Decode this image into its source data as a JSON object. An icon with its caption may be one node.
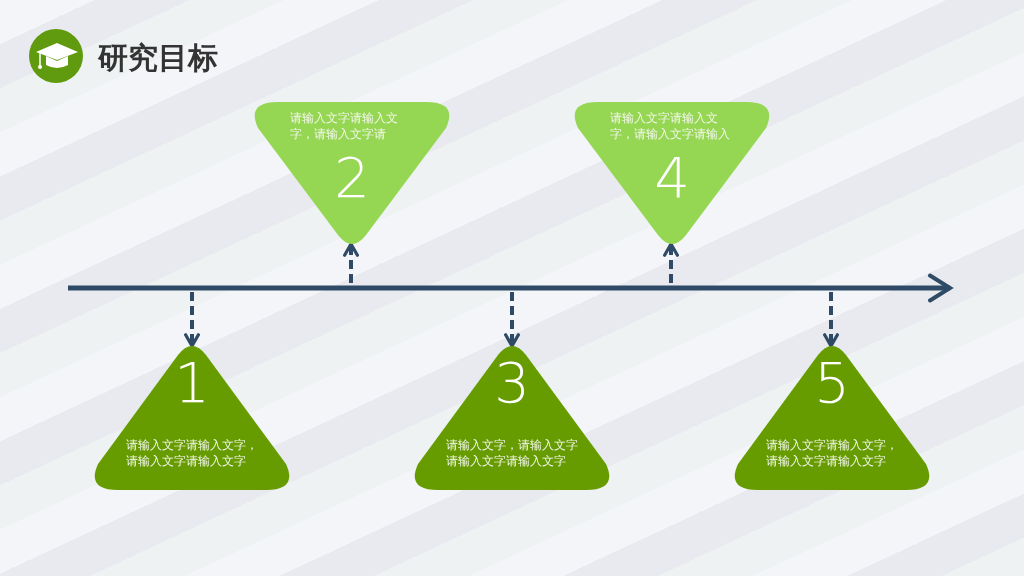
{
  "diagram": {
    "title": "研究目标",
    "nodes": [
      {
        "text": [
          "1",
          "请输入文字请输入文字，请输入文字请输入文字"
        ]
      },
      {
        "text": [
          "请输入文字请输入文字，请输入文字请",
          "2"
        ]
      },
      {
        "text": [
          "3",
          "请输入文字，请输入文字请输入文字请输入文字"
        ]
      },
      {
        "text": [
          "请输入文字请输入文字，请输入文字请输入",
          "4"
        ]
      },
      {
        "text": [
          "5",
          "请输入文字请输入文字，请输入文字请输入文字"
        ]
      }
    ],
    "edges": [
      {
        "from": null,
        "to": 0,
        "arrow": "to",
        "style": "dashed"
      },
      {
        "from": null,
        "to": 1,
        "arrow": "to",
        "style": "dashed"
      },
      {
        "from": null,
        "to": 2,
        "arrow": "to",
        "style": "dashed"
      },
      {
        "from": null,
        "to": 3,
        "arrow": "to",
        "style": "dashed"
      },
      {
        "from": null,
        "to": 4,
        "arrow": "to",
        "style": "dashed"
      }
    ]
  }
}
